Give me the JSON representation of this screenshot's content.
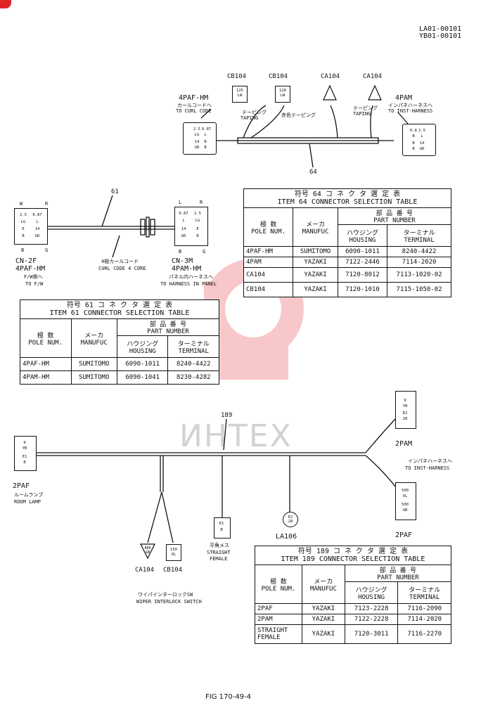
{
  "doc_ids": [
    "LA01-00101",
    "YB01-00101"
  ],
  "figure_label": "FIG 170-49-4",
  "watermark": "ИНТЕХ",
  "top_harness": {
    "wire_number": "64",
    "labels": {
      "cb104_a": "CB104",
      "cb104_b": "CB104",
      "ca104_a": "CA104",
      "ca104_b": "CA104",
      "left_conn": "4PAF-HM",
      "left_jp": "カールコードへ",
      "left_en": "TO CURL CODE",
      "right_conn": "4PAM",
      "right_jp": "インパネハーネスへ",
      "right_en": "TO INST-HARNESS",
      "taping_jp_l": "テーピング",
      "taping_l": "TAPING",
      "taping_jp_r": "テーピング",
      "taping_r": "TAPING",
      "red_taping": "赤色テーピング"
    }
  },
  "table_64": {
    "title_jp": "符号 64 コ ネ ク タ 選 定 表",
    "title_en": "ITEM 64 CONNECTOR SELECTION TABLE",
    "h_pole_jp": "極 数",
    "h_pole": "POLE NUM.",
    "h_maker_jp": "メーカ",
    "h_maker": "MANUFUC",
    "h_part_jp": "部 品 番 号",
    "h_part": "PART NUMBER",
    "h_housing_jp": "ハウジング",
    "h_housing": "HOUSING",
    "h_terminal_jp": "ターミナル",
    "h_terminal": "TERMINAL",
    "rows": [
      [
        "4PAF-HM",
        "SUMITOMO",
        "6090-1011",
        "8240-4422"
      ],
      [
        "4PAM",
        "YAZAKI",
        "7122-2446",
        "7114-2020"
      ],
      [
        "CA104",
        "YAZAKI",
        "7120-8012",
        "7113-1020-02"
      ],
      [
        "CB104",
        "YAZAKI",
        "7120-1010",
        "7115-1050-02"
      ]
    ]
  },
  "mid_harness": {
    "wire_number": "61",
    "left_code": "CN-2F",
    "left_conn": "4PAF-HM",
    "left_jp": "F/W側へ",
    "left_en": "TO F/W",
    "right_code": "CN-3M",
    "right_conn": "4PAM-HM",
    "right_jp": "パネル内ハーネスへ",
    "right_en": "TO HARNESS IN PANEL",
    "cord_jp": "4極カールコード",
    "cord_en": "CURL CODE 4 CORE",
    "pin_w": "W",
    "pin_r": "R",
    "pin_b": "B",
    "pin_g": "G",
    "pin_l": "L",
    "pin_r2": "R",
    "pin_b2": "B",
    "pin_g2": "G"
  },
  "table_61": {
    "title_jp": "符号 61 コ ネ ク タ 選 定 表",
    "title_en": "ITEM 61 CONNECTOR SELECTION TABLE",
    "h_pole_jp": "極 数",
    "h_pole": "POLE NUM.",
    "h_maker_jp": "メーカ",
    "h_maker": "MANUFUC",
    "h_part_jp": "部 品 番 号",
    "h_part": "PART NUMBER",
    "h_housing_jp": "ハウジング",
    "h_housing": "HOUSING",
    "h_terminal_jp": "ターミナル",
    "h_terminal": "TERMINAL",
    "rows": [
      [
        "4PAF-HM",
        "SUMITOMO",
        "6090-1011",
        "8240-4422"
      ],
      [
        "4PAM-HM",
        "SUMITOMO",
        "6090-1041",
        "8230-4282"
      ]
    ]
  },
  "bottom_harness": {
    "wire_number": "189",
    "left_conn": "2PAF",
    "left_jp": "ルームランプ",
    "left_en": "ROOM LAMP",
    "right_top_conn": "2PAM",
    "right_jp": "インパネハーネスへ",
    "right_en": "TO INST-HARNESS",
    "right_bot_conn": "2PAF",
    "la106": "LA106",
    "straight_jp": "平角メス",
    "straight_en1": "STRAIGHT",
    "straight_en2": "FEMALE",
    "ca104": "CA104",
    "cb104": "CB104",
    "wiper_jp": "ワイパインターロックSW",
    "wiper_en": "WIPER INTERLOCK SWITCH"
  },
  "table_189": {
    "title_jp": "符号 189 コ ネ ク タ 選 定 表",
    "title_en": "ITEM 189 CONNECTOR SELECTION TABLE",
    "h_pole_jp": "極 数",
    "h_pole": "POLE NUM.",
    "h_maker_jp": "メーカ",
    "h_maker": "MANUFUC",
    "h_part_jp": "部 品 番 号",
    "h_part": "PART NUMBER",
    "h_housing_jp": "ハウジング",
    "h_housing": "HOUSING",
    "h_terminal_jp": "ターミナル",
    "h_terminal": "TERMINAL",
    "rows": [
      [
        "2PAF",
        "YAZAKI",
        "7123-2228",
        "7116-2090"
      ],
      [
        "2PAM",
        "YAZAKI",
        "7122-2228",
        "7114-2020"
      ],
      [
        "STRAIGHT FEMALE",
        "YAZAKI",
        "7120-3011",
        "7116-2270"
      ]
    ]
  },
  "pins": {
    "p4paf": [
      "2.5",
      "0.87",
      "LG",
      "L",
      "B",
      "B",
      "14",
      "GR"
    ],
    "p4pam": [
      "0.8",
      "2.5",
      "B",
      "L",
      "B",
      "B",
      "14",
      "GR"
    ],
    "cn2f": [
      "2.5",
      "0.87",
      "LG",
      "L",
      "E",
      "14",
      "B",
      "GR"
    ],
    "cn3m": [
      "0.87",
      "2.5",
      "L",
      "LG",
      "14",
      "E",
      "GR",
      "B"
    ],
    "p2paf_l": [
      "9",
      "YB",
      "E1",
      "B"
    ],
    "p2pam": [
      "9",
      "YB",
      "E2",
      "28"
    ],
    "p2paf_r": [
      "500",
      "OL",
      "500",
      "GB"
    ],
    "straight": [
      "E1",
      "B"
    ],
    "la106": [
      "E2",
      "28"
    ],
    "ca104_b": [
      "800",
      "GB"
    ],
    "cb104_b": [
      "150",
      "OL"
    ],
    "cb104_tag": [
      "125",
      "LW"
    ],
    "cb104_tag2": [
      "120",
      "LW"
    ]
  },
  "colors": {
    "line": "#111111",
    "watermark_red": "#e83a3f",
    "watermark_gray": "#b5b5b5",
    "corner_mark": "#e0242a"
  }
}
